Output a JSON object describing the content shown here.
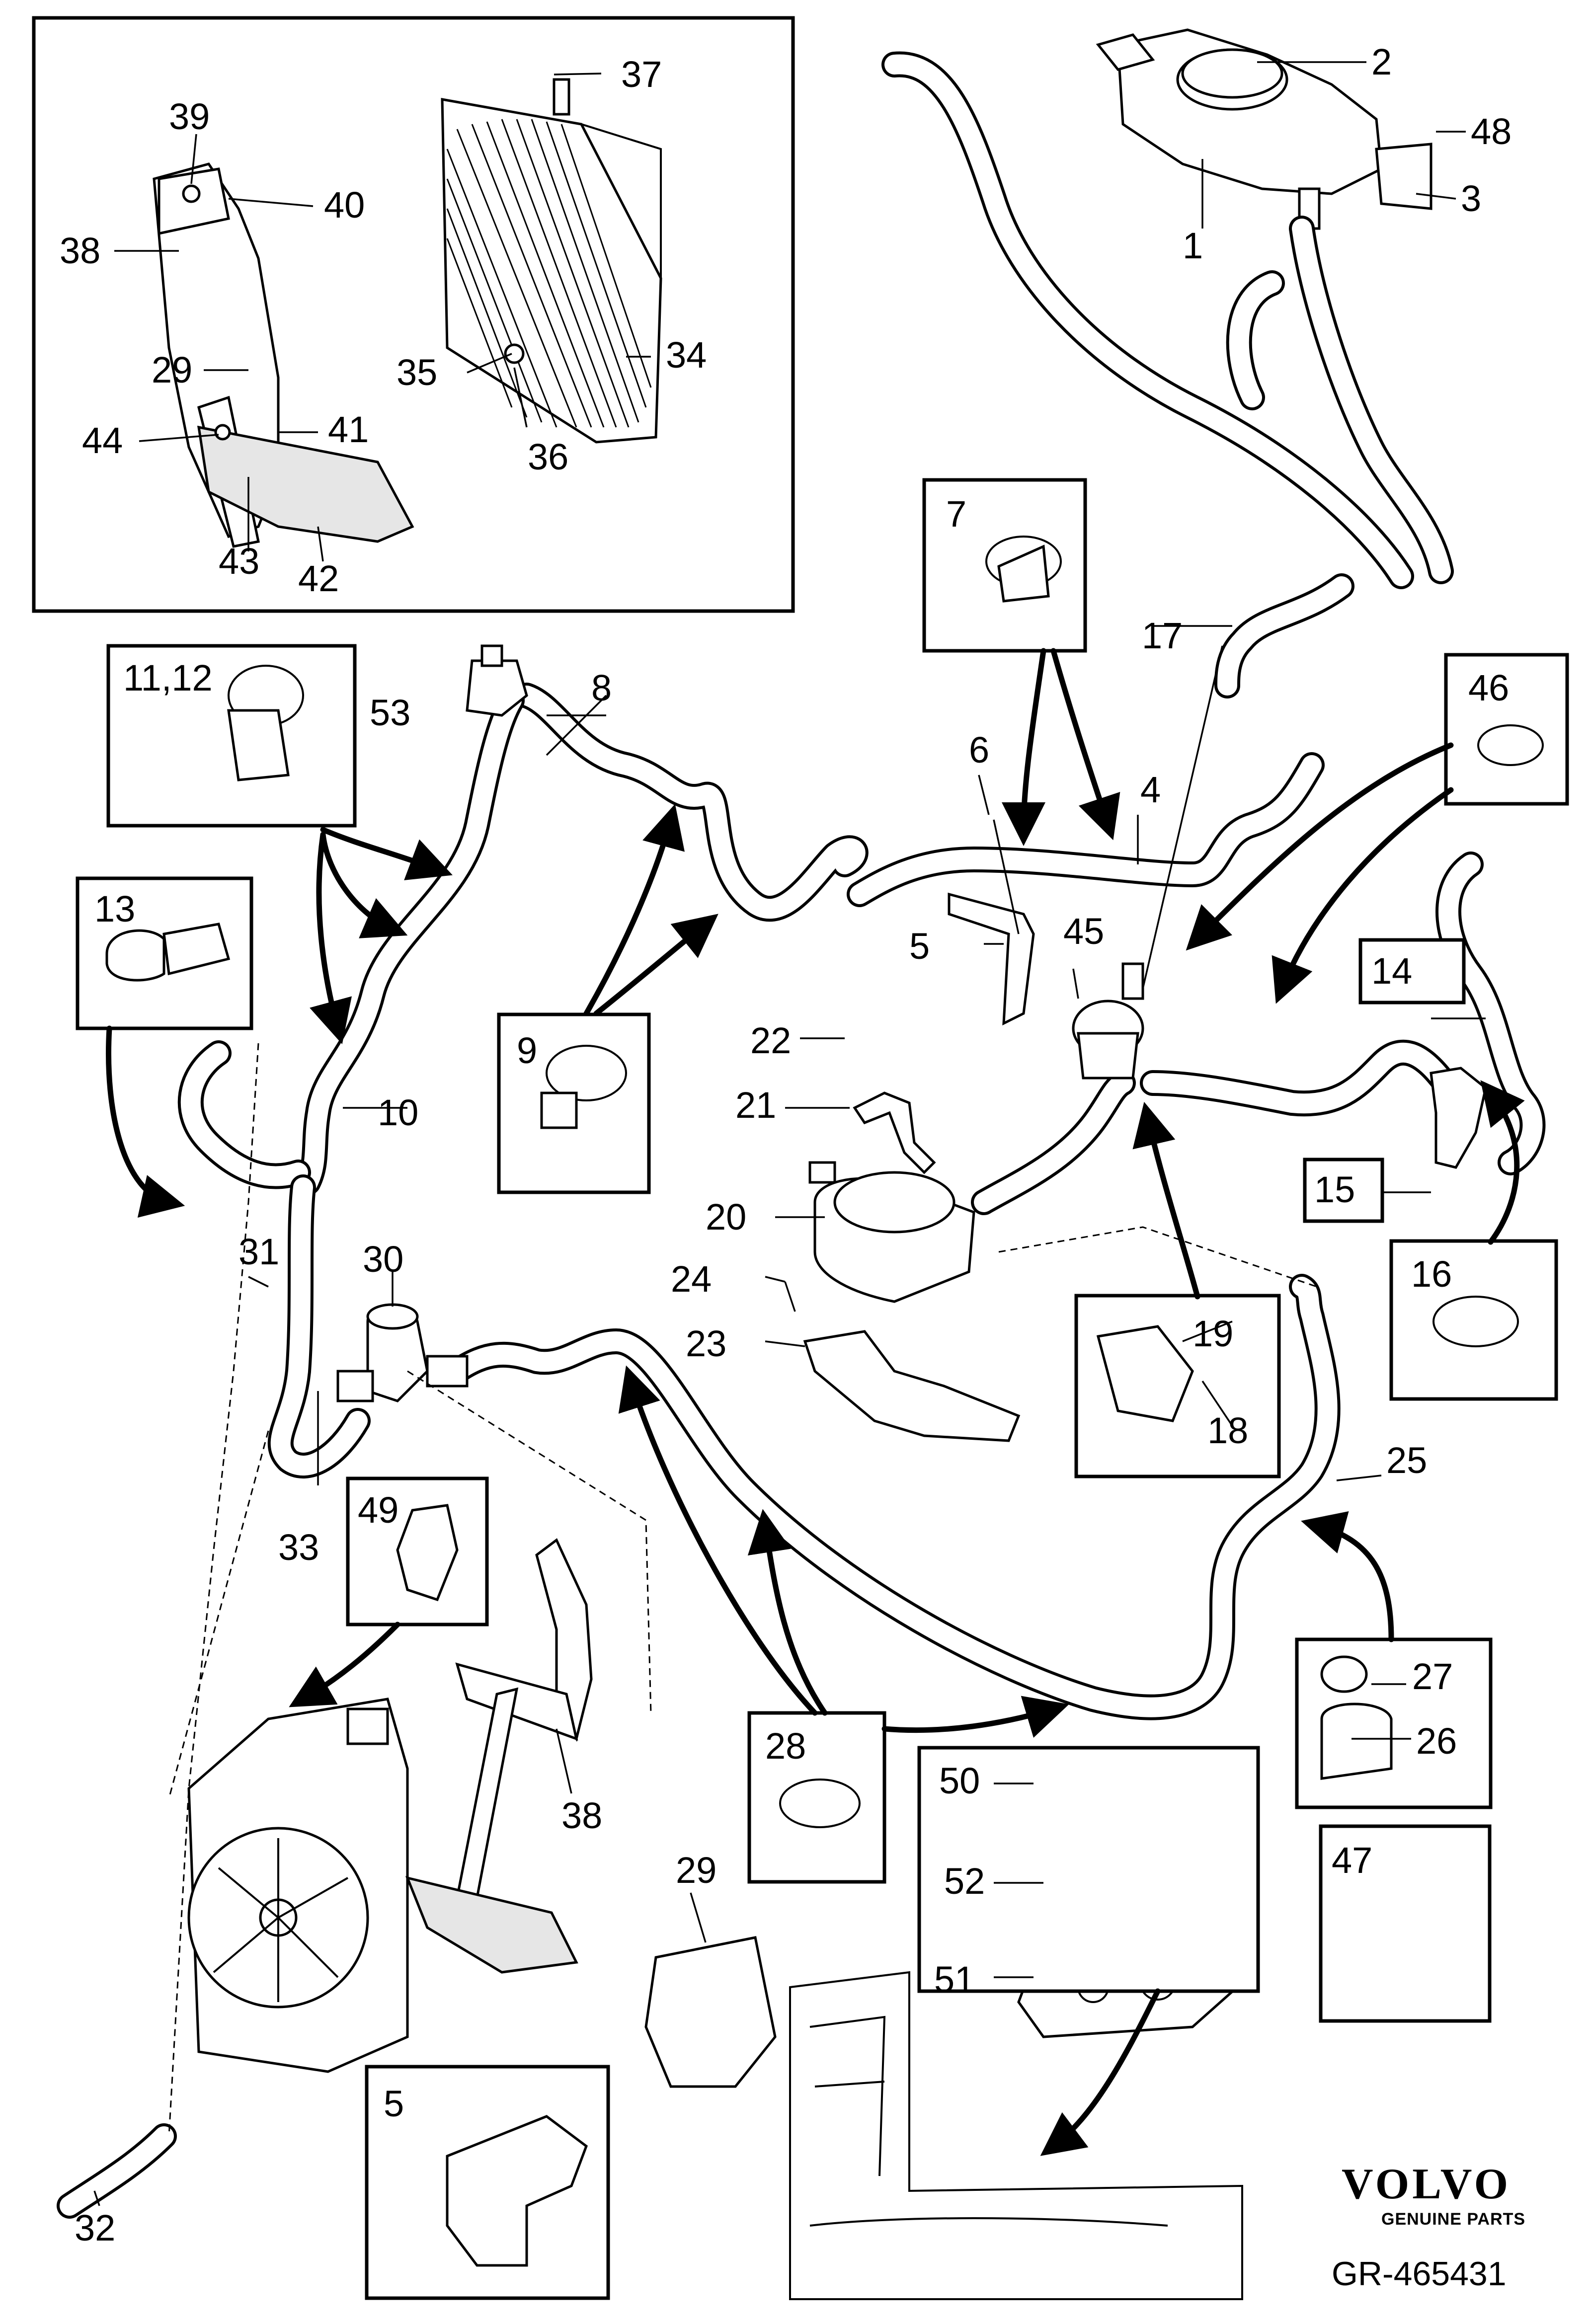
{
  "diagram": {
    "reference_code": "GR-465431",
    "brand": {
      "name": "VOLVO",
      "subtitle": "GENUINE PARTS"
    },
    "callouts": {
      "c1": "1",
      "c2": "2",
      "c3": "3",
      "c4": "4",
      "c5a": "5",
      "c5b": "5",
      "c6": "6",
      "c7": "7",
      "c8": "8",
      "c9": "9",
      "c10": "10",
      "c11_12": "11,12",
      "c13": "13",
      "c14": "14",
      "c15": "15",
      "c16": "16",
      "c17": "17",
      "c18": "18",
      "c19": "19",
      "c20": "20",
      "c21": "21",
      "c22": "22",
      "c23": "23",
      "c24": "24",
      "c25": "25",
      "c26": "26",
      "c27": "27",
      "c28": "28",
      "c29a": "29",
      "c29b": "29",
      "c30": "30",
      "c31": "31",
      "c32": "32",
      "c33": "33",
      "c34": "34",
      "c35": "35",
      "c36": "36",
      "c37": "37",
      "c38a": "38",
      "c38b": "38",
      "c39": "39",
      "c40": "40",
      "c41": "41",
      "c42": "42",
      "c43": "43",
      "c44": "44",
      "c45": "45",
      "c46": "46",
      "c47": "47",
      "c48": "48",
      "c49": "49",
      "c50": "50",
      "c51": "51",
      "c52": "52",
      "c53": "53"
    }
  }
}
